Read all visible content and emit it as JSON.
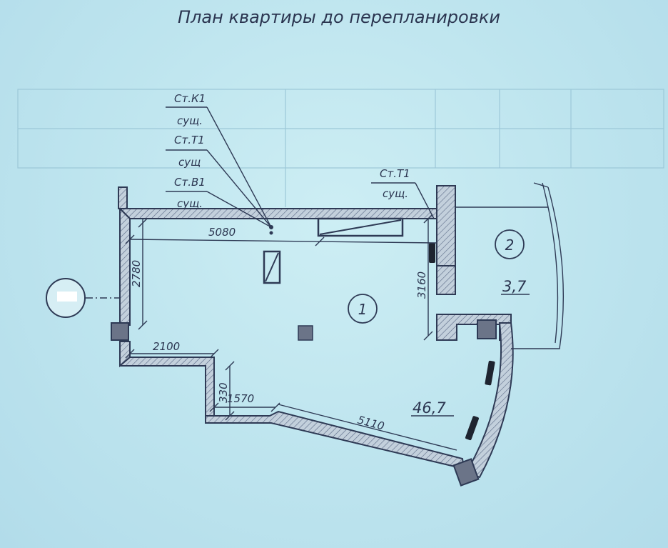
{
  "title": "План квартиры до перепланировки",
  "risers": {
    "k1_line1": "Ст.К1",
    "k1_line2": "сущ.",
    "t1_line1": "Ст.Т1",
    "t1_line2": "сущ",
    "b1_line1": "Ст.В1",
    "b1_line2": "сущ.",
    "t1b_line1": "Ст.Т1",
    "t1b_line2": "сущ."
  },
  "dimensions": {
    "top_wall": "5080",
    "left_wall": "2780",
    "lower_step": "2100",
    "step_depth": "330",
    "step_width": "1570",
    "bottom_wall": "5110",
    "right_wall": "3160"
  },
  "rooms": [
    {
      "number": "1",
      "area": "46,7"
    },
    {
      "number": "2",
      "area": "3,7"
    }
  ],
  "colors": {
    "ink": "#2e3a55",
    "paper": "#bfe6ef",
    "wall_fill": "#b7c6d4"
  }
}
